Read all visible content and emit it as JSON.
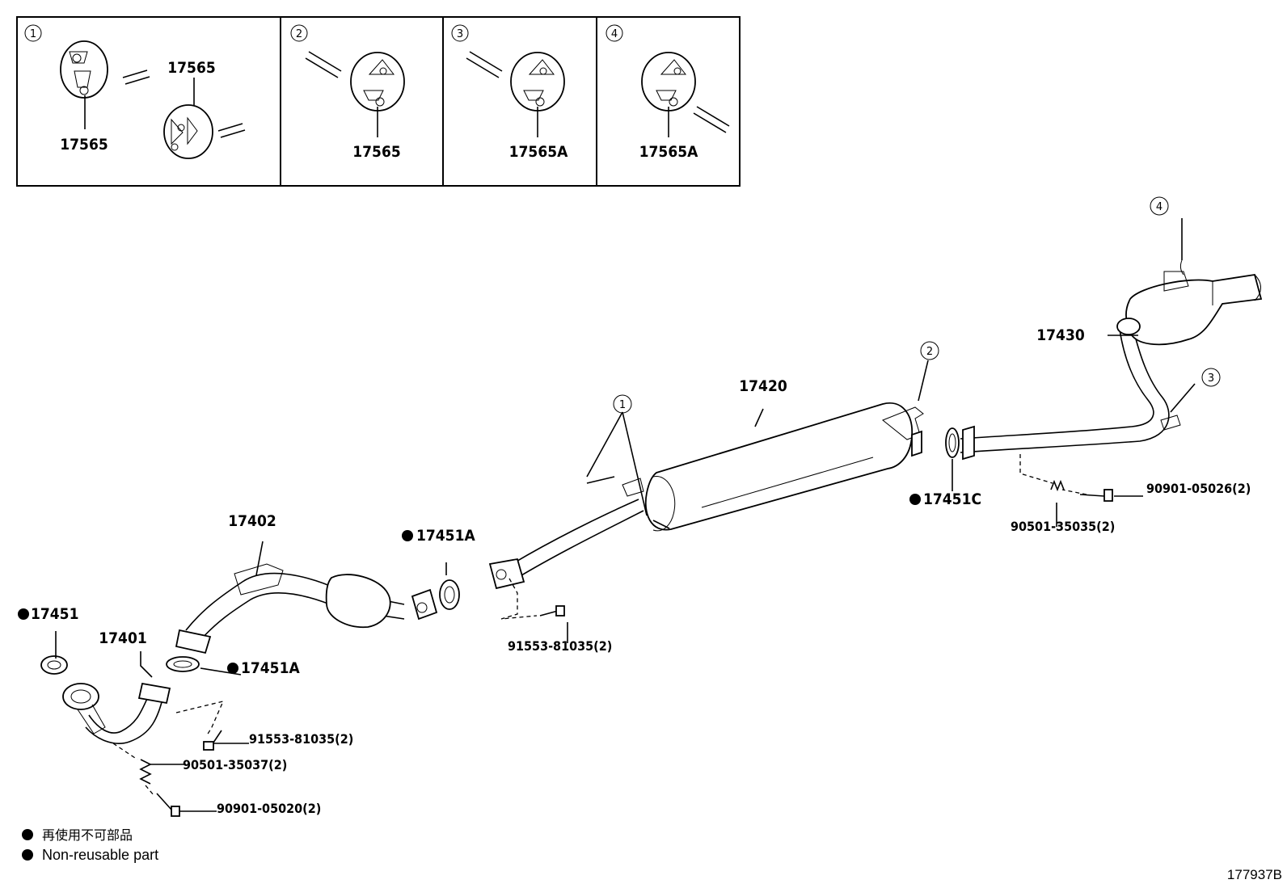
{
  "insets": [
    {
      "number": "1",
      "part": "17565",
      "part2": "17565"
    },
    {
      "number": "2",
      "part": "17565"
    },
    {
      "number": "3",
      "part": "17565A"
    },
    {
      "number": "4",
      "part": "17565A"
    }
  ],
  "callouts": {
    "c1": "1",
    "c2": "2",
    "c3": "3",
    "c4": "4"
  },
  "parts": {
    "p17420": "17420",
    "p17430": "17430",
    "p17402": "17402",
    "p17401": "17401",
    "p17451": "17451",
    "p17451A_upper": "17451A",
    "p17451A_lower": "17451A",
    "p17451C": "17451C",
    "p91553_upper": "91553-81035(2)",
    "p91553_lower": "91553-81035(2)",
    "p90501_35035": "90501-35035(2)",
    "p90901_05026": "90901-05026(2)",
    "p90501_35037": "90501-35037(2)",
    "p90901_05020": "90901-05020(2)"
  },
  "legend": {
    "line1": "再使用不可部品",
    "line2": "Non-reusable part"
  },
  "diagram_id": "177937B"
}
